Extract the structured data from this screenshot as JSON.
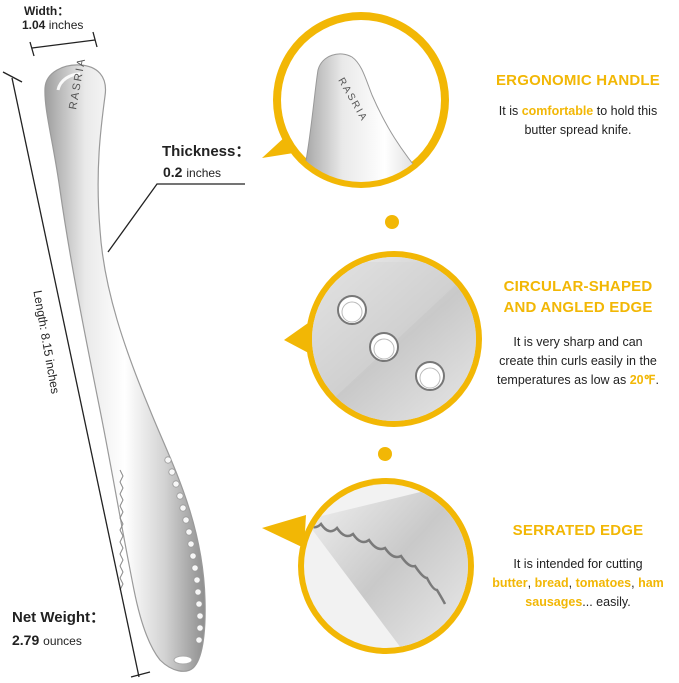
{
  "dimensions": {
    "width_label": "Width%",
    "width_value": "1.04",
    "width_unit": "inches",
    "thickness_label": "Thickness：",
    "thickness_value": "0.2",
    "thickness_unit": "inches",
    "length_label": "Length:",
    "length_value": "8.15",
    "length_unit": "inches",
    "weight_label": "Net Weight：",
    "weight_value": "2.79",
    "weight_unit": "ounces"
  },
  "brand": "RASRIA",
  "features": [
    {
      "title_line1": "ERGONOMIC HANDLE",
      "text_pre": "It is ",
      "text_hl": "comfortable",
      "text_post1": " to hold this",
      "text_post2": "butter spread knife."
    },
    {
      "title_line1": "CIRCULAR-SHAPED",
      "title_line2": "AND ANGLED EDGE",
      "text_line1": "It is very sharp and can",
      "text_line2": "create thin curls easily in the",
      "text_line3_pre": "temperatures as low as ",
      "text_line3_hl": "20℉",
      "text_line3_post": "."
    },
    {
      "title_line1": "SERRATED EDGE",
      "text_line1": "It is intended for cutting",
      "hl1": "butter",
      "sep1": ", ",
      "hl2": "bread",
      "sep2": ", ",
      "hl3": "tomatoes",
      "sep3": ", ",
      "hl4": "ham",
      "hl5": "sausages",
      "post": "... easily."
    }
  ],
  "colors": {
    "accent": "#f2b705",
    "steel_light": "#f1f1f1",
    "steel_dark": "#a9a9a9"
  }
}
